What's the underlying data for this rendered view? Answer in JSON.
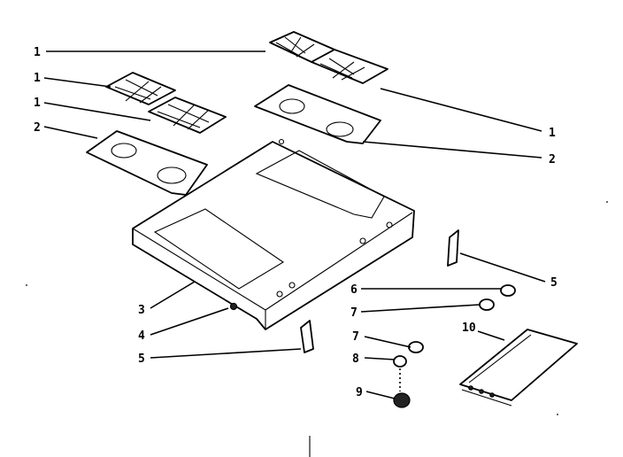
{
  "diagram": {
    "callouts": [
      {
        "id": "c1a",
        "label": "1"
      },
      {
        "id": "c1b",
        "label": "1"
      },
      {
        "id": "c1c",
        "label": "1"
      },
      {
        "id": "c1d",
        "label": "1"
      },
      {
        "id": "c2a",
        "label": "2"
      },
      {
        "id": "c2b",
        "label": "2"
      },
      {
        "id": "c3",
        "label": "3"
      },
      {
        "id": "c4",
        "label": "4"
      },
      {
        "id": "c5a",
        "label": "5"
      },
      {
        "id": "c5b",
        "label": "5"
      },
      {
        "id": "c6",
        "label": "6"
      },
      {
        "id": "c7a",
        "label": "7"
      },
      {
        "id": "c7b",
        "label": "7"
      },
      {
        "id": "c8",
        "label": "8"
      },
      {
        "id": "c9",
        "label": "9"
      },
      {
        "id": "c10",
        "label": "10"
      }
    ]
  }
}
